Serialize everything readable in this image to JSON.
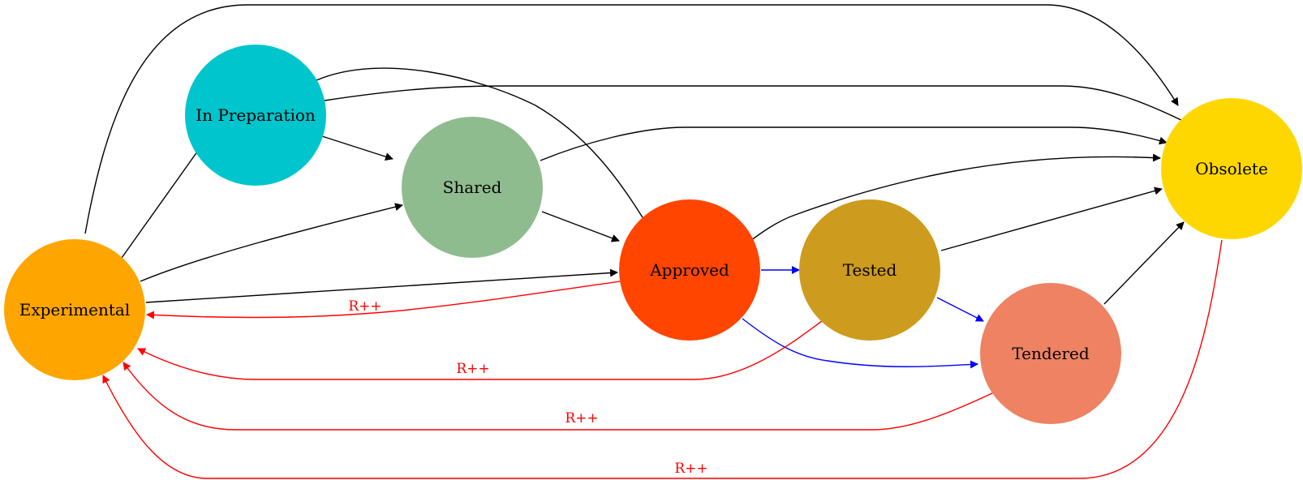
{
  "colors": {
    "experimental": "#ffa500",
    "in_preparation": "#00c5cd",
    "shared": "#8fbc8f",
    "approved": "#ff4500",
    "tested": "#cd9b1d",
    "tendered": "#ee8262",
    "obsolete": "#ffd700",
    "edge_default": "#000000",
    "edge_forward": "#0000ff",
    "edge_revision": "#ff0000"
  },
  "nodes": {
    "experimental": "Experimental",
    "in_preparation": "In Preparation",
    "shared": "Shared",
    "approved": "Approved",
    "tested": "Tested",
    "tendered": "Tendered",
    "obsolete": "Obsolete"
  },
  "edge_labels": {
    "approved_to_experimental": "R++",
    "tested_to_experimental": "R++",
    "tendered_to_experimental": "R++",
    "obsolete_to_experimental": "R++"
  }
}
